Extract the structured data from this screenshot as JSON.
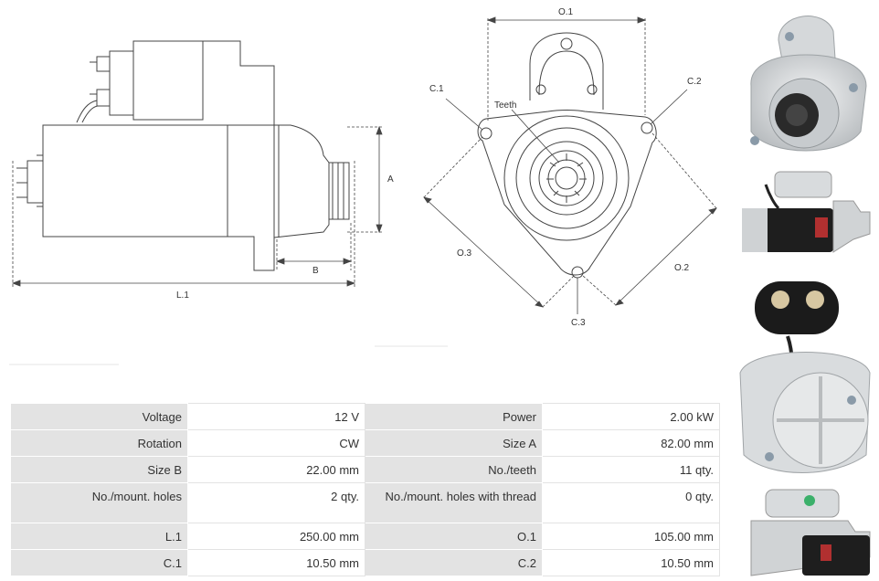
{
  "diagram": {
    "side_view": {
      "dim_a": "A",
      "dim_b": "B",
      "dim_l1": "L.1"
    },
    "front_view": {
      "o1": "O.1",
      "o2": "O.2",
      "o3": "O.3",
      "c1": "C.1",
      "c2": "C.2",
      "c3": "C.3",
      "teeth": "Teeth"
    }
  },
  "specs": {
    "rows": [
      {
        "l1": "Voltage",
        "v1": "12 V",
        "l2": "Power",
        "v2": "2.00 kW"
      },
      {
        "l1": "Rotation",
        "v1": "CW",
        "l2": "Size A",
        "v2": "82.00 mm"
      },
      {
        "l1": "Size B",
        "v1": "22.00 mm",
        "l2": "No./teeth",
        "v2": "11 qty."
      },
      {
        "l1": "No./mount. holes",
        "v1": "2 qty.",
        "l2": "No./mount. holes with thread",
        "v2": "0 qty."
      },
      {
        "l1": "L.1",
        "v1": "250.00 mm",
        "l2": "O.1",
        "v2": "105.00 mm"
      },
      {
        "l1": "C.1",
        "v1": "10.50 mm",
        "l2": "C.2",
        "v2": "10.50 mm"
      }
    ]
  },
  "colors": {
    "label_bg": "#e3e3e3",
    "line": "#444444",
    "photo_silver": "#cfd2d4",
    "photo_dark": "#1e1e1e"
  }
}
